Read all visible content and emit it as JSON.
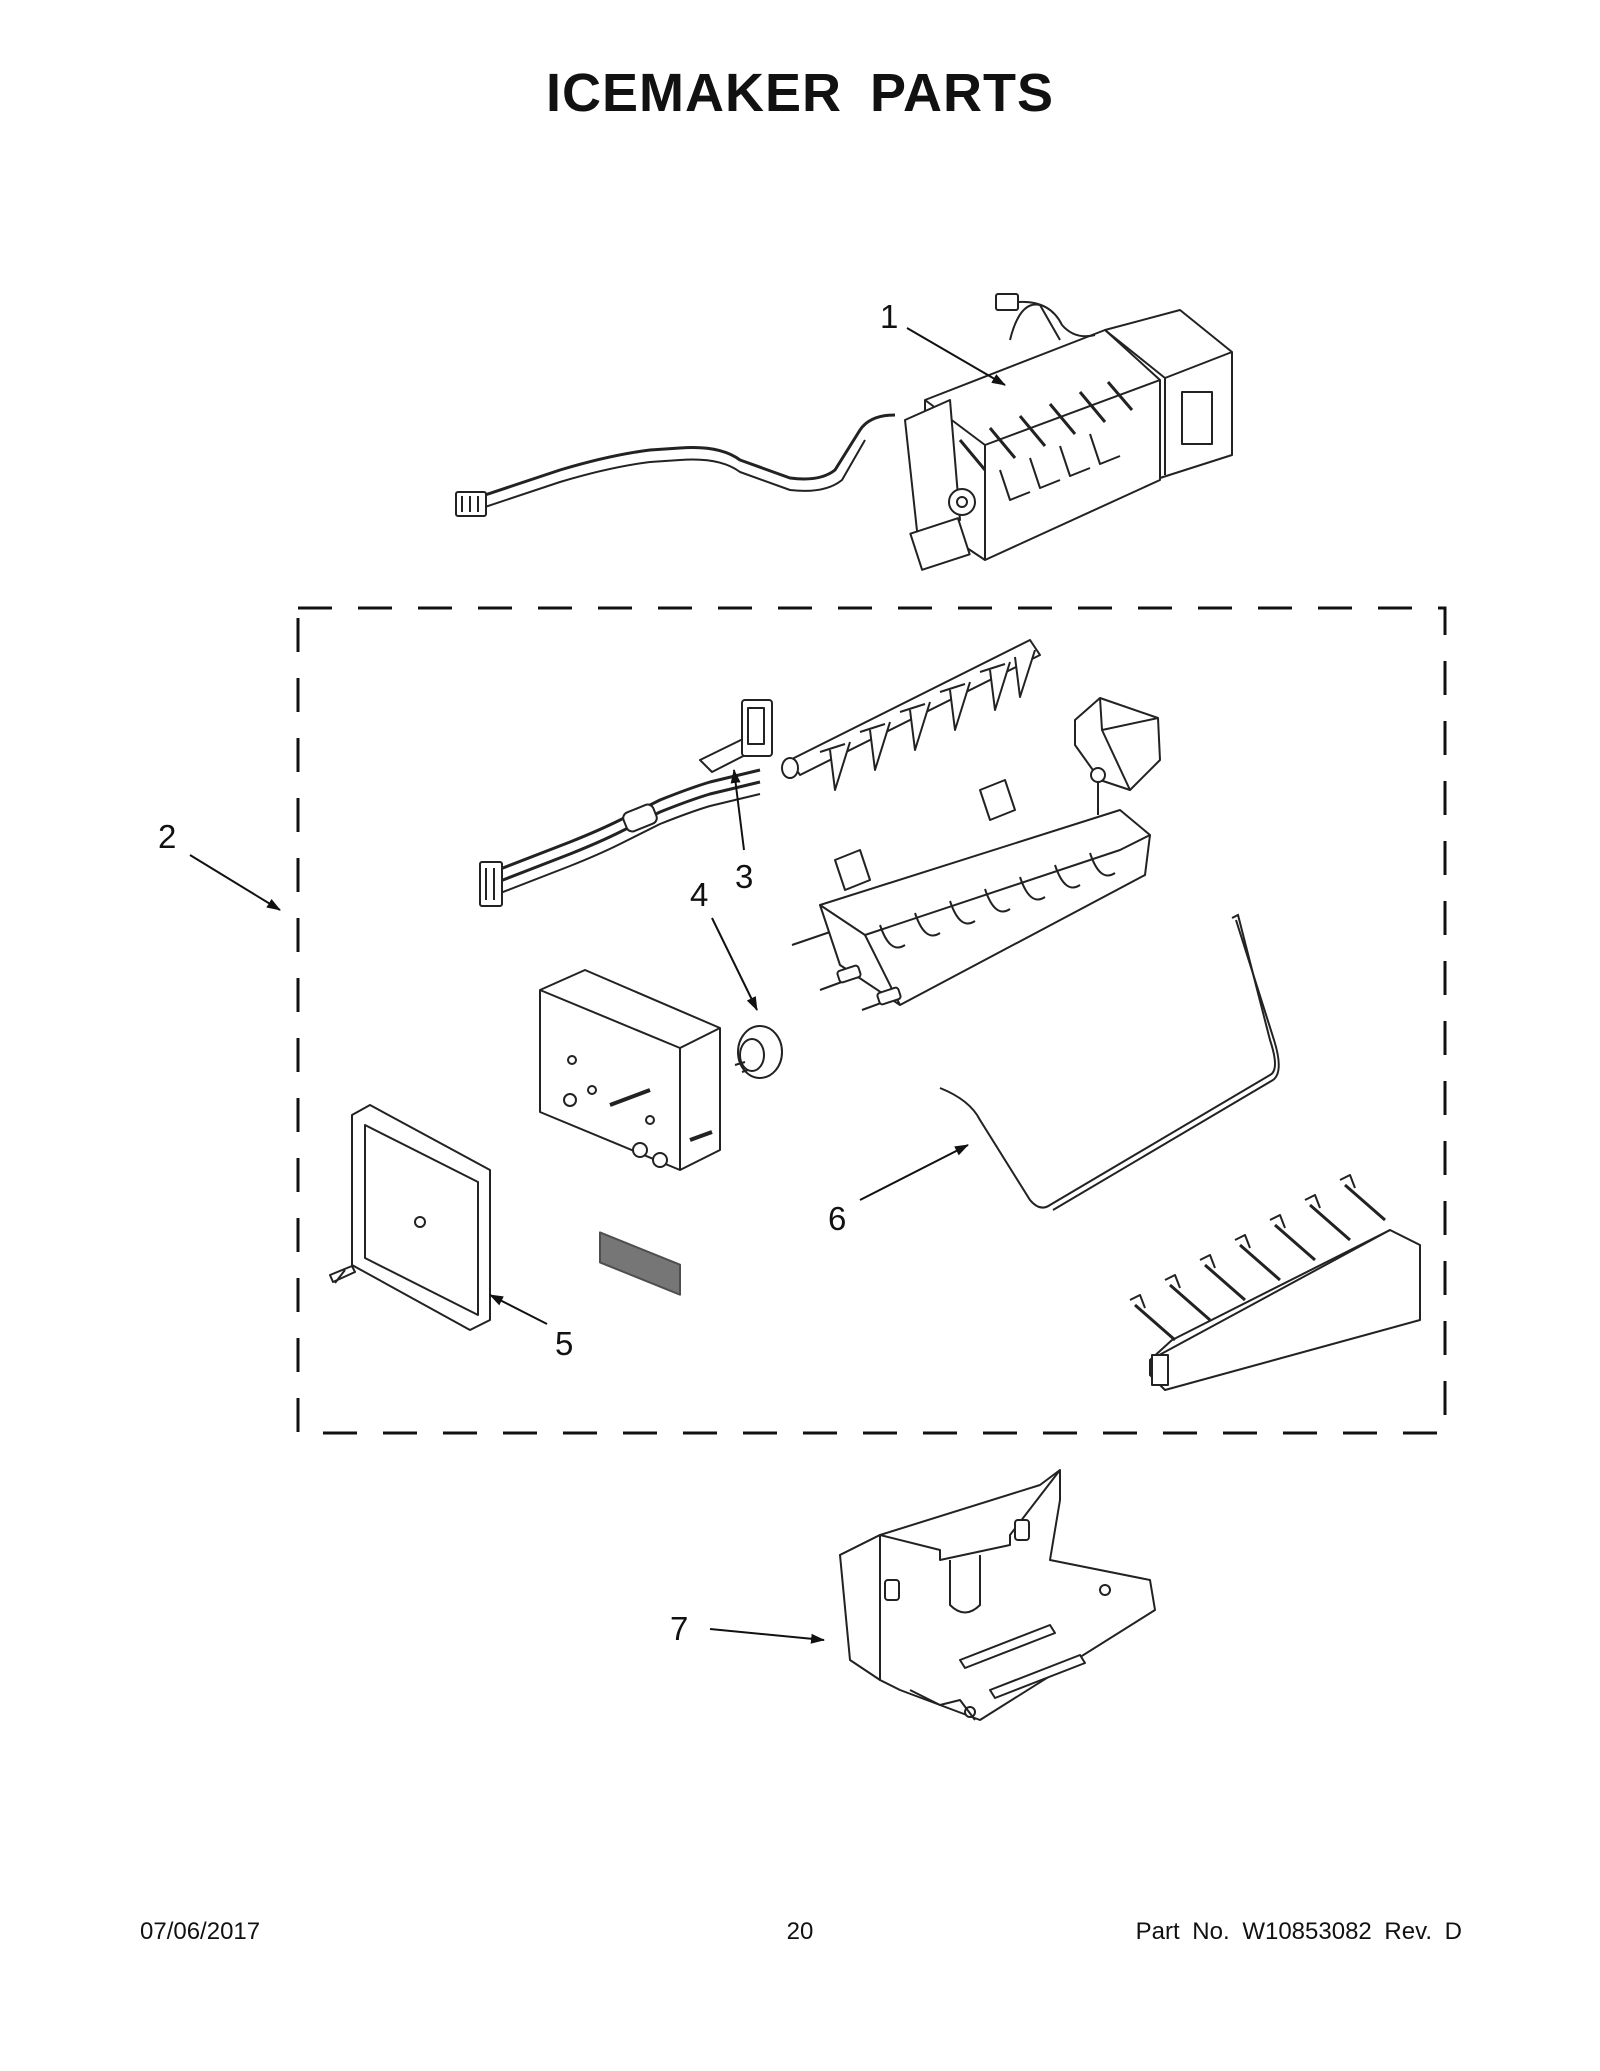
{
  "page": {
    "title": "ICEMAKER PARTS"
  },
  "callouts": [
    {
      "id": "1",
      "label": "1"
    },
    {
      "id": "2",
      "label": "2"
    },
    {
      "id": "3",
      "label": "3"
    },
    {
      "id": "4",
      "label": "4"
    },
    {
      "id": "5",
      "label": "5"
    },
    {
      "id": "6",
      "label": "6"
    },
    {
      "id": "7",
      "label": "7"
    }
  ],
  "footer": {
    "date": "07/06/2017",
    "page_number": "20",
    "part_number": "Part No.  W10853082  Rev.  D"
  }
}
